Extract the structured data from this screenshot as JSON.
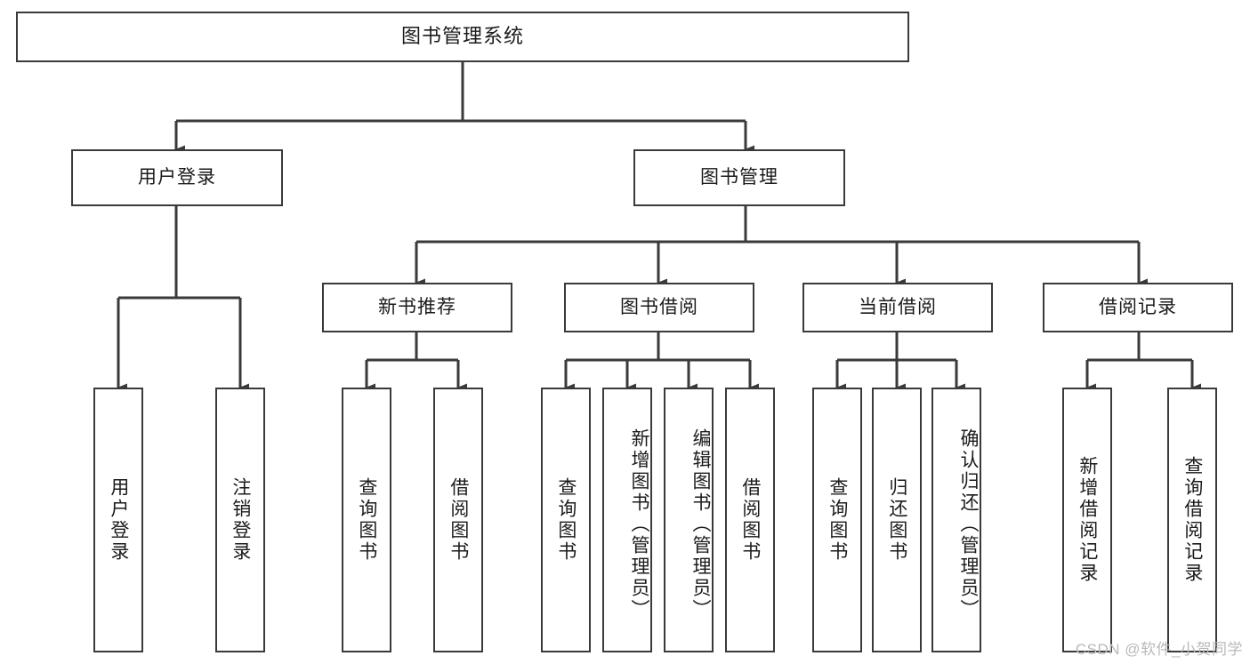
{
  "diagram": {
    "title": "图书管理系统",
    "type": "tree",
    "style": {
      "line_color": "#3a3a3a",
      "box_border_color": "#3a3a3a",
      "box_fill": "#ffffff",
      "text_color": "#1b1b1b",
      "background": "#ffffff",
      "watermark_color": "#b9b9b9"
    },
    "nodes": {
      "root": {
        "label": "图书管理系统",
        "orientation": "horizontal"
      },
      "user_login": {
        "label": "用户登录",
        "orientation": "horizontal"
      },
      "book_manage": {
        "label": "图书管理",
        "orientation": "horizontal"
      },
      "new_book_rec": {
        "label": "新书推荐",
        "orientation": "horizontal"
      },
      "book_borrow": {
        "label": "图书借阅",
        "orientation": "horizontal"
      },
      "current_borrow": {
        "label": "当前借阅",
        "orientation": "horizontal"
      },
      "borrow_record": {
        "label": "借阅记录",
        "orientation": "horizontal"
      },
      "leaf_user_login": {
        "label": "用户登录",
        "orientation": "vertical"
      },
      "leaf_logout": {
        "label": "注销登录",
        "orientation": "vertical"
      },
      "leaf_rec_query": {
        "label": "查询图书",
        "orientation": "vertical"
      },
      "leaf_rec_borrow": {
        "label": "借阅图书",
        "orientation": "vertical"
      },
      "leaf_borrow_query": {
        "label": "查询图书",
        "orientation": "vertical"
      },
      "leaf_borrow_add": {
        "label": "新增图书（管理员）",
        "orientation": "vertical"
      },
      "leaf_borrow_edit": {
        "label": "编辑图书（管理员）",
        "orientation": "vertical"
      },
      "leaf_borrow_lend": {
        "label": "借阅图书",
        "orientation": "vertical"
      },
      "leaf_cur_query": {
        "label": "查询图书",
        "orientation": "vertical"
      },
      "leaf_cur_return": {
        "label": "归还图书",
        "orientation": "vertical"
      },
      "leaf_cur_confirm": {
        "label": "确认归还（管理员）",
        "orientation": "vertical"
      },
      "leaf_rec_add": {
        "label": "新增借阅记录",
        "orientation": "vertical"
      },
      "leaf_rec_search": {
        "label": "查询借阅记录",
        "orientation": "vertical"
      }
    },
    "edges": [
      {
        "from": "root",
        "to": "user_login"
      },
      {
        "from": "root",
        "to": "book_manage"
      },
      {
        "from": "user_login",
        "to": "leaf_user_login"
      },
      {
        "from": "user_login",
        "to": "leaf_logout"
      },
      {
        "from": "book_manage",
        "to": "new_book_rec"
      },
      {
        "from": "book_manage",
        "to": "book_borrow"
      },
      {
        "from": "book_manage",
        "to": "current_borrow"
      },
      {
        "from": "book_manage",
        "to": "borrow_record"
      },
      {
        "from": "new_book_rec",
        "to": "leaf_rec_query"
      },
      {
        "from": "new_book_rec",
        "to": "leaf_rec_borrow"
      },
      {
        "from": "book_borrow",
        "to": "leaf_borrow_query"
      },
      {
        "from": "book_borrow",
        "to": "leaf_borrow_add"
      },
      {
        "from": "book_borrow",
        "to": "leaf_borrow_edit"
      },
      {
        "from": "book_borrow",
        "to": "leaf_borrow_lend"
      },
      {
        "from": "current_borrow",
        "to": "leaf_cur_query"
      },
      {
        "from": "current_borrow",
        "to": "leaf_cur_return"
      },
      {
        "from": "current_borrow",
        "to": "leaf_cur_confirm"
      },
      {
        "from": "borrow_record",
        "to": "leaf_rec_add"
      },
      {
        "from": "borrow_record",
        "to": "leaf_rec_search"
      }
    ]
  },
  "watermark": {
    "text": "CSDN @软件_小贺同学"
  }
}
